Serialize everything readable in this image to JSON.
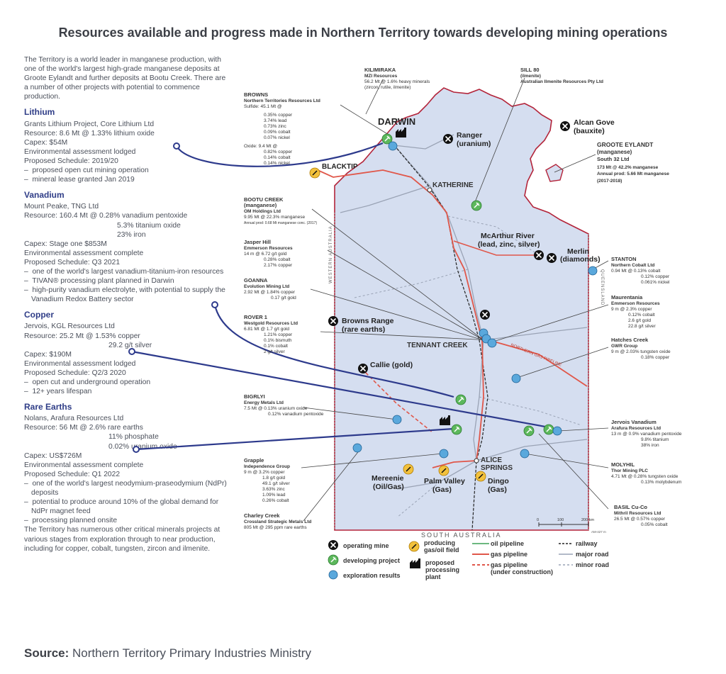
{
  "title": "Resources available and progress made in Northern Territory towards developing mining operations",
  "intro": "The Territory is a world leader in manganese production, with one of the world's largest high-grade manganese deposits at Groote Eylandt and further deposits at Bootu Creek. There are a number of other projects with potential to commence production.",
  "sections": {
    "lithium": {
      "heading": "Lithium",
      "lines": [
        "Grants Lithium Project, Core Lithium Ltd",
        "Resource: 8.6 Mt @ 1.33% lithium oxide",
        "Capex: $54M",
        "Environmental assessment lodged",
        "Proposed Schedule: 2019/20"
      ],
      "bullets": [
        "proposed open cut mining operation",
        "mineral lease granted Jan 2019"
      ]
    },
    "vanadium": {
      "heading": "Vanadium",
      "lines": [
        "Mount Peake, TNG Ltd",
        "Resource: 160.4 Mt @ 0.28% vanadium pentoxide"
      ],
      "indent": [
        "5.3% titanium oxide",
        "23% iron"
      ],
      "lines2": [
        "Capex: Stage one $853M",
        "Environmental assessment complete",
        "Proposed Schedule: Q3 2021"
      ],
      "bullets": [
        "one of the world's largest vanadium-titanium-iron resources",
        "TIVAN® processing plant planned in Darwin",
        "high-purity vanadium electrolyte, with potential to supply the Vanadium Redox Battery sector"
      ]
    },
    "copper": {
      "heading": "Copper",
      "lines": [
        "Jervois, KGL Resources Ltd",
        "Resource: 25.2 Mt @ 1.53% copper"
      ],
      "indent": [
        "29.2 g/t silver"
      ],
      "lines2": [
        "Capex: $190M",
        "Environmental assessment lodged",
        "Proposed Schedule: Q2/3 2020"
      ],
      "bullets": [
        "open cut and underground operation",
        "12+ years lifespan"
      ]
    },
    "rare_earths": {
      "heading": "Rare Earths",
      "lines": [
        "Nolans, Arafura Resources Ltd",
        "Resource: 56 Mt @ 2.6% rare earths"
      ],
      "indent": [
        "11% phosphate",
        "0.02% uranium oxide"
      ],
      "lines2": [
        "Capex: US$726M",
        "Environmental assessment complete",
        "Proposed Schedule: Q1 2022"
      ],
      "bullets": [
        "one of the world's largest neodymium-praseodymium (NdPr) deposits",
        "potential to produce around 10% of the global demand for NdPr magnet feed",
        "processing planned onsite"
      ]
    }
  },
  "closing": "The Territory has numerous other critical minerals projects at various stages from exploration through to near production, including for copper, cobalt, tungsten, zircon and ilmenite.",
  "source_label": "Source:",
  "source_text": "Northern Territory Primary Industries Ministry",
  "map": {
    "places": {
      "darwin": "DARWIN",
      "katherine": "KATHERINE",
      "tennant_creek": "TENNANT CREEK",
      "alice_springs_1": "ALICE",
      "alice_springs_2": "SPRINGS",
      "south_australia": "SOUTH AUSTRALIA",
      "western_australia": "WESTERN AUSTRALIA",
      "queensland": "QUEENSLAND",
      "northern_gas_pipeline": "NORTHERN GAS PIPELINE",
      "blacktip": "BLACKTIP"
    },
    "sites": {
      "ranger": [
        "Ranger",
        "(uranium)"
      ],
      "alcan_gove": [
        "Alcan Gove",
        "(bauxite)"
      ],
      "mcarthur": [
        "McArthur River",
        "(lead, zinc, silver)"
      ],
      "merlin": [
        "Merlin",
        "(diamonds)"
      ],
      "browns_range": [
        "Browns Range",
        "(rare earths)"
      ],
      "callie": [
        "Callie (gold)"
      ],
      "mereenie": [
        "Mereenie",
        "(Oil/Gas)"
      ],
      "palm_valley": [
        "Palm Valley",
        "(Gas)"
      ],
      "dingo": [
        "Dingo",
        "(Gas)"
      ]
    },
    "callouts": {
      "kilimiraka": [
        "KILIMIRAKA",
        "MZI Resources",
        "56.2 Mt @ 1.6% heavy minerals",
        "(zircon, rutile, ilmenite)"
      ],
      "sill80": [
        "SILL 80",
        "(ilmenite)",
        "Australian Ilmenite Resources Pty Ltd"
      ],
      "browns": [
        "BROWNS",
        "Northern Territories Resources Ltd",
        "Sulfide: 45.1 Mt @",
        "0.35% copper",
        "3.74% lead",
        "0.73% zinc",
        "0.09% cobalt",
        "0.07% nickel",
        "Oxide: 9.4 Mt @",
        "0.82% copper",
        "0.14% cobalt",
        "0.14% nickel"
      ],
      "groote": [
        "GROOTE EYLANDT",
        "(manganese)",
        "South 32 Ltd",
        "173 Mt @ 42.2% manganese",
        "Annual prod: 5.66 Mt manganese",
        "(2017-2018)"
      ],
      "bootu": [
        "BOOTU CREEK",
        "(manganese)",
        "OM Holdings Ltd",
        "9.95 Mt @ 22.3% manganese",
        "Annual prod: 0.68 Mt manganese conc. (2017)"
      ],
      "jasper": [
        "Jasper Hill",
        "Emmerson Resources",
        "14 m @ 6.72 g/t gold",
        "0.28% cobalt",
        "2.17% copper"
      ],
      "goanna": [
        "GOANNA",
        "Evolution Mining Ltd",
        "2.92 Mt @ 1.84% copper",
        "0.17 g/t gold"
      ],
      "rover": [
        "ROVER 1",
        "Westgold Resources Ltd",
        "6.81 Mt @ 1.7 g/t gold",
        "1.21% copper",
        "0.1% bismuth",
        "0.1% cobalt",
        "2 g/t silver"
      ],
      "bigrlyi": [
        "BIGRLYI",
        "Energy Metals Ltd",
        "7.5 Mt @ 0.13% uranium oxide",
        "0.12% vanadium pentoxide"
      ],
      "grapple": [
        "Grapple",
        "Independence Group",
        "9 m @ 3.2% copper",
        "1.8 g/t gold",
        "49.1 g/t silver",
        "3.63% zinc",
        "1.09% lead",
        "0.26% cobalt"
      ],
      "charley": [
        "Charley Creek",
        "Crossland Strategic Metals Ltd",
        "805 Mt @ 295 ppm rare earths"
      ],
      "stanton": [
        "STANTON",
        "Northern Cobalt Ltd",
        "0.94 Mt @  0.13% cobalt",
        "0.12% copper",
        "0.061% nickel"
      ],
      "maurentania": [
        "Maurentania",
        "Emmerson Resources",
        "9 m @ 2.3% copper",
        "0.12% cobalt",
        "2.6 g/t gold",
        "22.8 g/t silver"
      ],
      "hatches": [
        "Hatches Creek",
        "GWR Group",
        "9 m @ 2.03% tungsten oxide",
        "0.18% copper"
      ],
      "jervois": [
        "Jervois Vanadium",
        "Arafura Resources Ltd",
        "13 m @ 0.9% vanadium pentoxide",
        "9.8% titanium",
        "38% iron"
      ],
      "molyhil": [
        "MOLYHIL",
        "Thor Mining PLC",
        "4.71 Mt @ 0.28% tungsten oxide",
        "0.13% molybdenum"
      ],
      "basil": [
        "BASIL Cu-Co",
        "Mithril Resources Ltd",
        "26.5 Mt @ 0.57% copper",
        "0.05% cobalt"
      ]
    },
    "scale": [
      "0",
      "100",
      "200 km"
    ],
    "map_code": "AM-427 m",
    "legend": {
      "operating_mine": "operating mine",
      "developing_project": "developing project",
      "exploration_results": "exploration results",
      "producing": [
        "producing",
        "gas/oil field"
      ],
      "processing": [
        "proposed",
        "processing",
        "plant"
      ],
      "oil_pipeline": "oil pipeline",
      "gas_pipeline": "gas pipeline",
      "gas_pipeline_uc": [
        "gas pipeline",
        "(under construction)"
      ],
      "railway": "railway",
      "major_road": "major road",
      "minor_road": "minor road"
    }
  },
  "colors": {
    "land": "#d5def0",
    "coast": "#b3243a",
    "heading": "#2f3d87",
    "connector": "#2d3a8c",
    "gas": "#e0574a",
    "oil": "#6cb87f",
    "developing": "#5cb85c",
    "exploration": "#5aa8dc",
    "producing": "#f2c13d"
  }
}
